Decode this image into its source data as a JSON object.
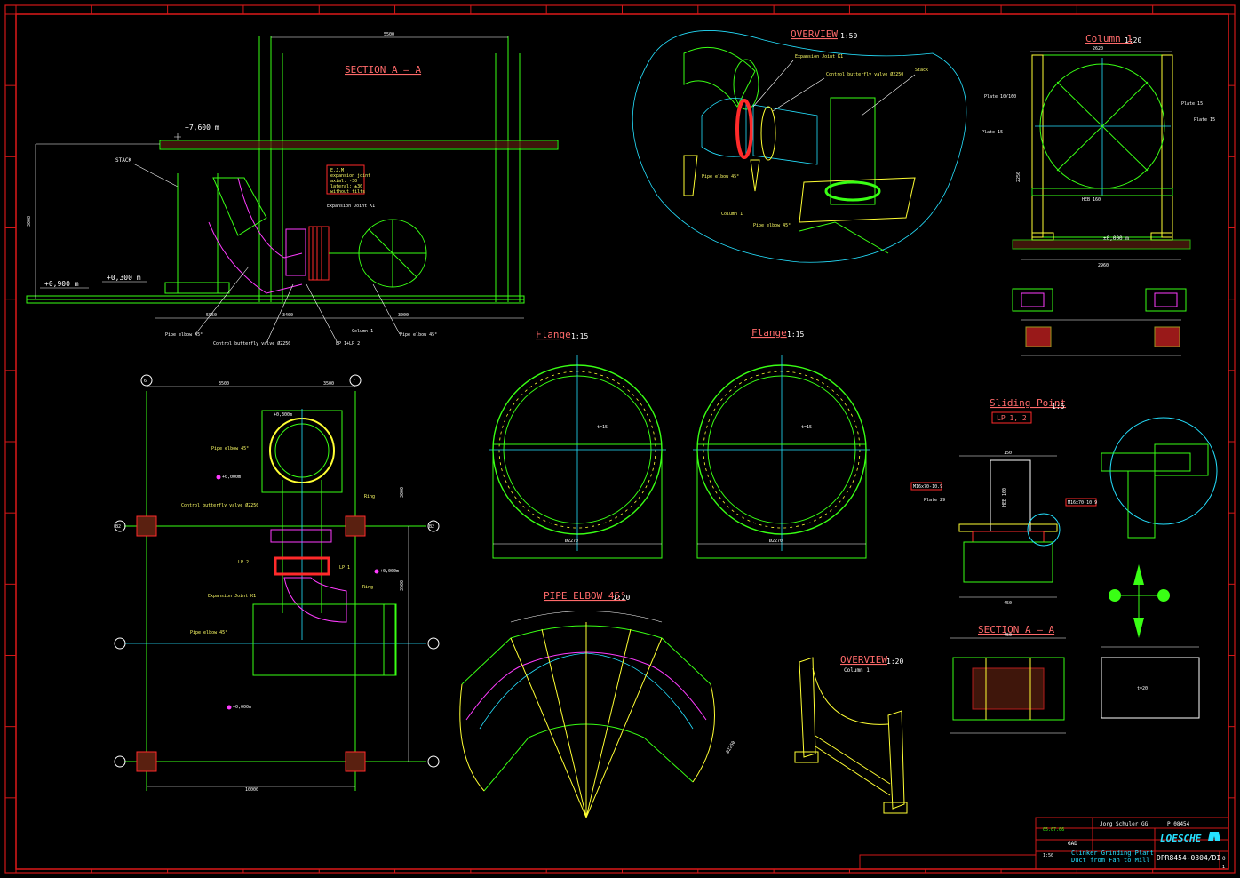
{
  "titles": {
    "section_aa_main": "SECTION A – A",
    "overview_top": "OVERVIEW",
    "overview_top_scale": "1:50",
    "column1": "Column 1",
    "column1_scale": "1:20",
    "flange_left": "Flange",
    "flange_left_scale": "1:15",
    "flange_right": "Flange",
    "flange_right_scale": "1:15",
    "sliding_point": "Sliding Point",
    "sliding_point_scale": "1:5",
    "sliding_point_tag": "LP 1, 2",
    "pipe_elbow": "PIPE ELBOW 45°",
    "pipe_elbow_scale": "1:20",
    "section_aa_small": "SECTION A – A",
    "overview_bottom": "OVERVIEW",
    "overview_bottom_scale": "1:20",
    "overview_bottom_sub": "Column 1"
  },
  "labels": {
    "level_top": "+7,600 m",
    "level_left": "+0,900 m",
    "level_mid": "+0,300 m",
    "stack": "STACK",
    "pipe_elbow_45": "Pipe elbow 45°",
    "control_valve": "Control butterfly valve Ø2250",
    "expansion_joint": "Expansion Joint K1",
    "column1": "Column 1",
    "lp_12": "LP 1+LP 2",
    "ov_expansion_joint": "Expansion Joint K1",
    "ov_control_valve": "Control butterfly valve Ø2250",
    "ov_stack": "Stack",
    "ov_pipe_elbow": "Pipe elbow 45°",
    "ov_column": "Column 1",
    "plan_level1": "+0,300m",
    "plan_level2": "+0,000m",
    "plan_level3": "+0,000m",
    "plan_level4": "+0,000m",
    "plan_pipe_elbow": "Pipe elbow 45°",
    "plan_valve": "Control butterfly valve Ø2250",
    "plan_ring1": "Ring",
    "plan_ring2": "Ring",
    "plan_lp2": "LP 2",
    "plan_lp1": "LP 1",
    "plan_expansion": "Expansion Joint K1",
    "plan_pipe_elbow2": "Pipe elbow 45°",
    "axis_6": "6",
    "axis_7": "7",
    "axis_b2": "B2",
    "col_plate_a": "Plate 10/160",
    "col_plate_b": "Plate 15",
    "col_plate_c": "Plate 15",
    "col_plate_d": "Plate 15",
    "col_heb": "HEB 160",
    "col_level": "±0,000 m",
    "flange_dia1": "Ø2270",
    "flange_dia2": "Ø2270",
    "flange_t": "t=15",
    "sp_heb": "HEB 160",
    "sp_m16": "M16x70-10.9",
    "sp_plate": "Plate 29",
    "elbow_d": "Ø2250",
    "t20": "t=20",
    "note1": "E.J.M",
    "note2": "expansion joint",
    "note3": "axial: -30",
    "note4": "lateral: ±30",
    "note5": "without tilts"
  },
  "dims": {
    "sec_top": "5500",
    "sec_left": "3008",
    "sec_b1": "5550",
    "sec_b2": "3400",
    "sec_b3": "3000",
    "plan_top1": "3500",
    "plan_top2": "3500",
    "plan_bottom": "10000",
    "plan_right1": "3000",
    "plan_right2": "3500",
    "col_top": "2620",
    "col_bottom": "2960",
    "col_side": "2250",
    "sp_top": "150",
    "sp_w": "450",
    "ssa_w": "450"
  },
  "titleblock": {
    "client": "Jorg Schuler GG",
    "project_no": "P 08454",
    "date": "05.07.06",
    "scale": "1:50",
    "drawing_type": "GAD",
    "logo": "LOESCHE",
    "desc1": "Clinker Grinding Plant",
    "desc2": "Duct from Fan to Mill",
    "drawing_no": "DPR8454-0304/DI",
    "rev": "0",
    "sheet": "1"
  },
  "colors": {
    "green": "#39ff14",
    "yellow": "#ffff33",
    "cyan": "#25e1ff",
    "magenta": "#ff3cff",
    "red": "#ff2a2a",
    "border": "#d01818",
    "white": "#ffffff"
  }
}
